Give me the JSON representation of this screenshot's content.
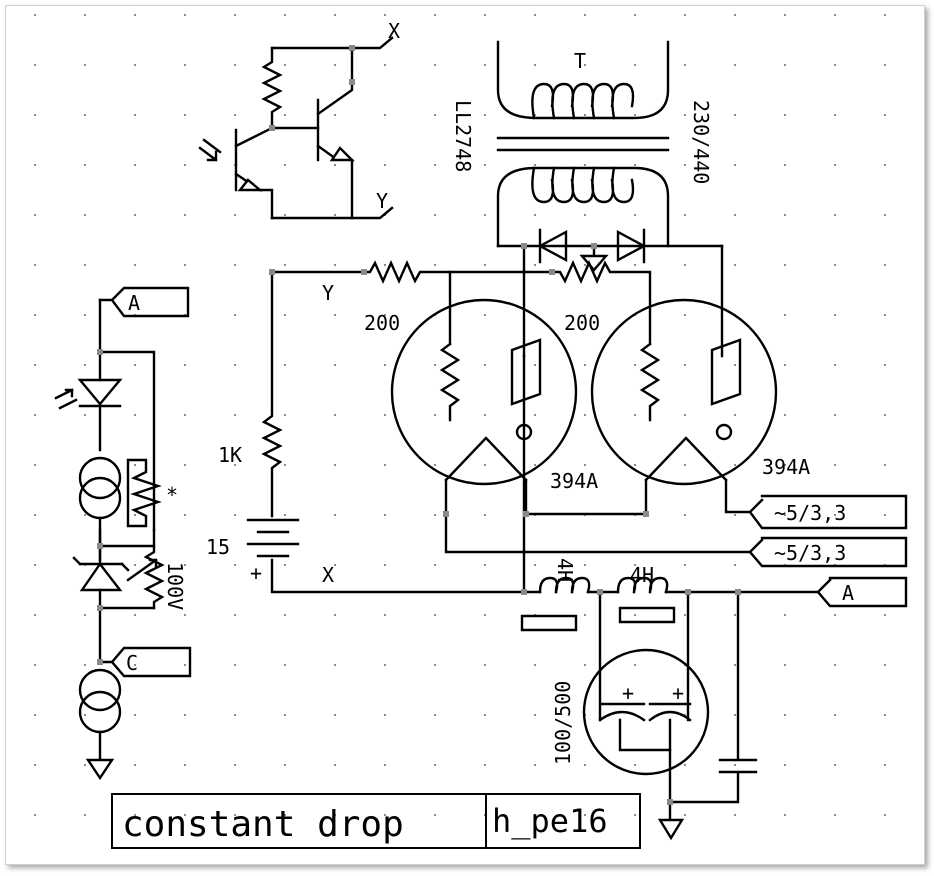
{
  "title_block": {
    "title": "constant drop",
    "id": "h_pe16"
  },
  "labels": {
    "optocoupler_x": "X",
    "optocoupler_y": "Y",
    "transformer_ref": "T",
    "transformer_part": "LL2748",
    "transformer_voltage": "230/440",
    "node_y": "Y",
    "node_x": "X",
    "resistor_left": "200",
    "resistor_right": "200",
    "resistor_1k": "1K",
    "battery": "15",
    "battery_plus": "+",
    "tube_left": "394A",
    "tube_right": "394A",
    "heater_1": "~5/3,3",
    "heater_2": "~5/3,3",
    "choke_1": "4H",
    "choke_2": "4H",
    "output_a": "A",
    "cap_value": "100/500",
    "reg_a": "A",
    "reg_c": "C",
    "reg_star": "*",
    "reg_pot": "100V"
  },
  "colors": {
    "wire": "#000000",
    "junction": "#8a8a8a",
    "grid": "#8a8a8a",
    "background": "#ffffff"
  }
}
